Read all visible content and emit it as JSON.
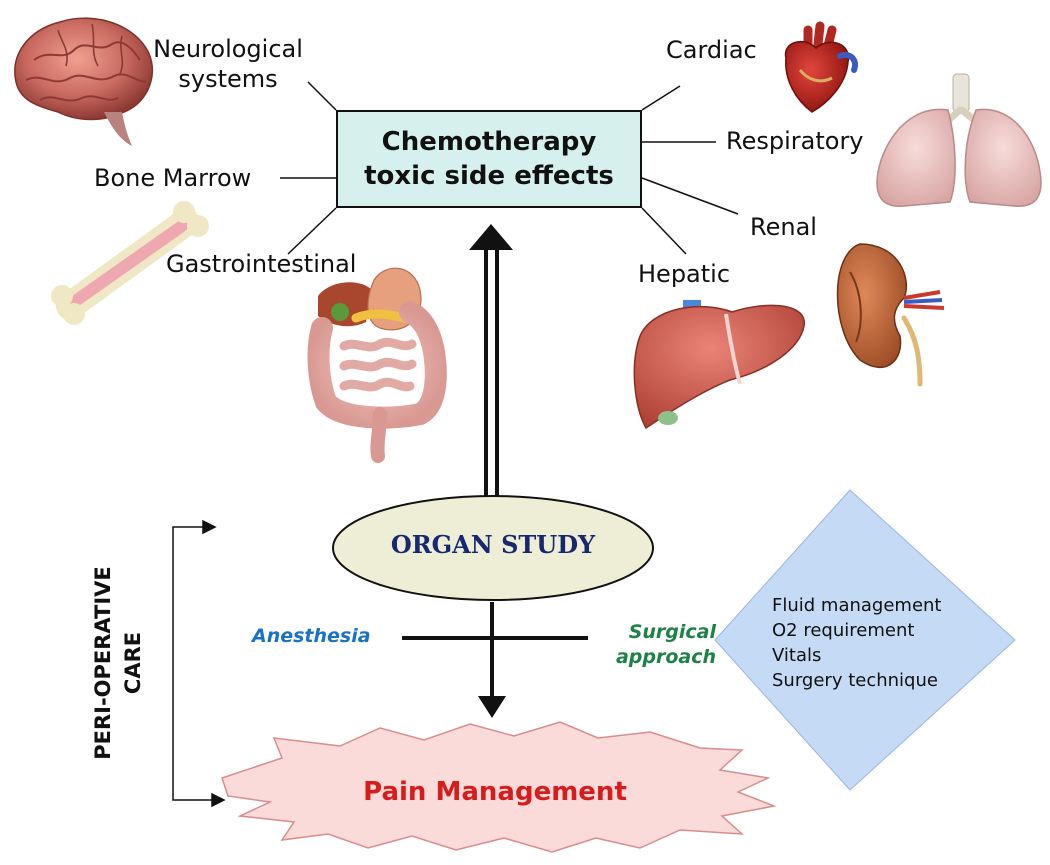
{
  "center_box": {
    "line1": "Chemotherapy",
    "line2": "toxic side effects"
  },
  "organs": {
    "neurological": {
      "line1": "Neurological",
      "line2": "systems"
    },
    "bone_marrow": "Bone Marrow",
    "gastrointestinal": "Gastrointestinal",
    "cardiac": "Cardiac",
    "respiratory": "Respiratory",
    "renal": "Renal",
    "hepatic": "Hepatic"
  },
  "organ_study": "ORGAN STUDY",
  "anesthesia": "Anesthesia",
  "surgical": {
    "line1": "Surgical",
    "line2": "approach"
  },
  "surgical_factors": [
    "Fluid management",
    "O2 requirement",
    "Vitals",
    "Surgery technique"
  ],
  "peri_operative": {
    "line1": "PERI-OPERATIVE",
    "line2": "CARE"
  },
  "pain_management": "Pain Management",
  "colors": {
    "center_box_fill": "#d6f0ee",
    "organ_study_fill": "#eeeed6",
    "organ_study_text": "#17286e",
    "diamond_fill": "#c5daf4",
    "pain_fill": "#fbdada",
    "pain_text": "#d81c1c",
    "anesthesia_text": "#1a72c4",
    "surgical_text": "#1e8246"
  }
}
